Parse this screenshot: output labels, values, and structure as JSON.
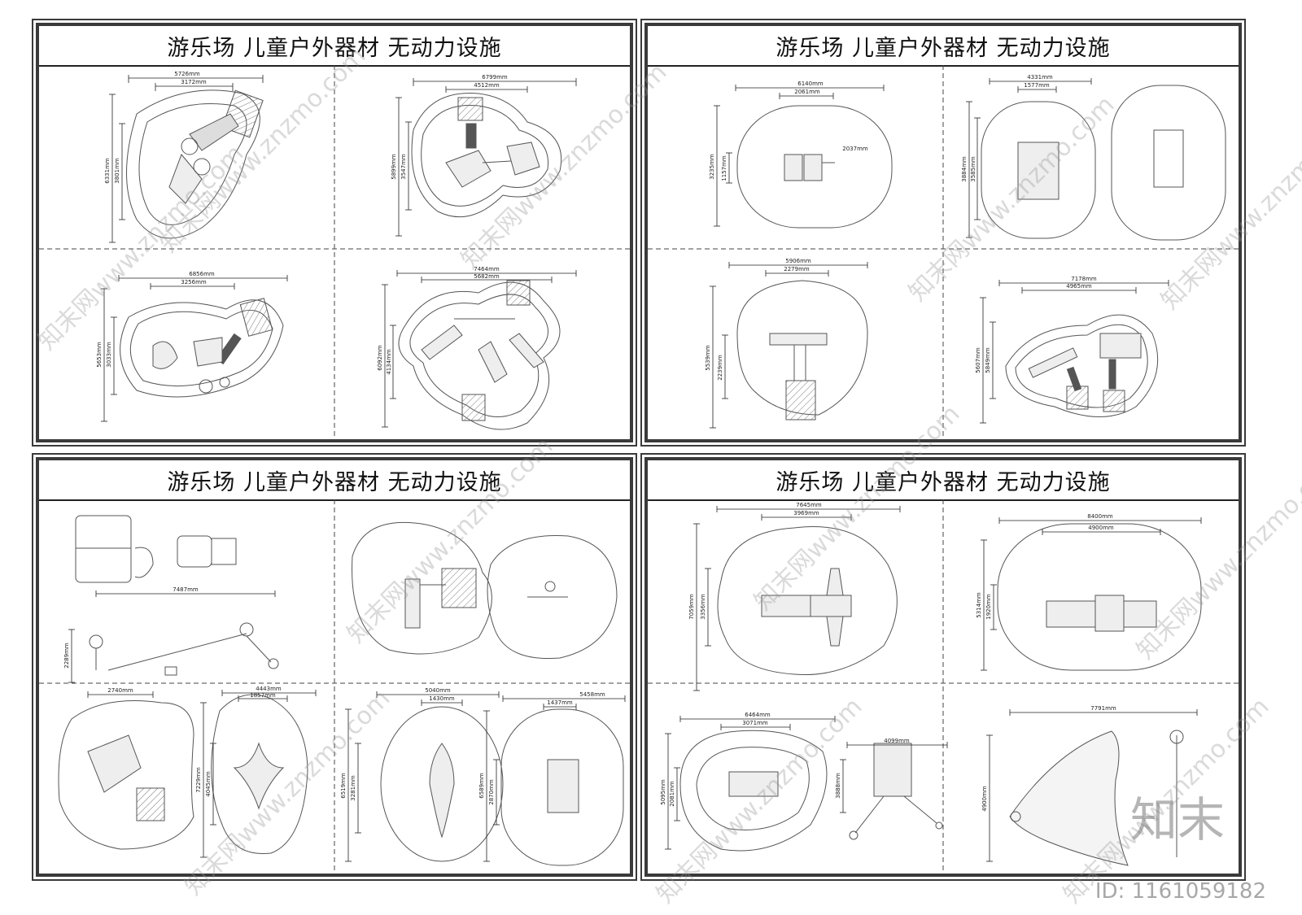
{
  "sheets": [
    {
      "title": "游乐场  儿童户外器材  无动力设施",
      "panels": [
        {
          "dims": [
            "5726mm",
            "3172mm",
            "6331mm",
            "3801mm"
          ]
        },
        {
          "dims": [
            "6799mm",
            "4512mm",
            "5899mm",
            "3547mm"
          ]
        },
        {
          "dims": [
            "6856mm",
            "3256mm",
            "5653mm",
            "3033mm"
          ]
        },
        {
          "dims": [
            "7464mm",
            "5682mm",
            "6092mm",
            "4134mm"
          ]
        }
      ]
    },
    {
      "title": "游乐场  儿童户外器材  无动力设施",
      "panels": [
        {
          "dims": [
            "6140mm",
            "2061mm",
            "3235mm",
            "1157mm",
            "2037mm"
          ]
        },
        {
          "dims": [
            "4331mm",
            "1577mm",
            "3884mm",
            "3585mm"
          ]
        },
        {
          "dims": [
            "5906mm",
            "2279mm",
            "5539mm",
            "2239mm"
          ]
        },
        {
          "dims": [
            "7178mm",
            "4965mm",
            "5607mm",
            "5849mm"
          ]
        }
      ]
    },
    {
      "title": "游乐场  儿童户外器材  无动力设施",
      "panels": [
        {
          "dims": [
            "7487mm",
            "2289mm"
          ]
        },
        {
          "dims": []
        },
        {
          "dims": [
            "2740mm",
            "4443mm",
            "1857mm",
            "7229mm",
            "4045mm"
          ]
        },
        {
          "dims": [
            "5040mm",
            "1430mm",
            "5458mm",
            "1437mm",
            "6519mm",
            "3281mm",
            "6589mm",
            "2870mm"
          ]
        }
      ]
    },
    {
      "title": "游乐场  儿童户外器材  无动力设施",
      "panels": [
        {
          "dims": [
            "7645mm",
            "3969mm",
            "7059mm",
            "3356mm"
          ]
        },
        {
          "dims": [
            "8400mm",
            "4900mm",
            "5314mm",
            "1920mm"
          ]
        },
        {
          "dims": [
            "6464mm",
            "3071mm",
            "4099mm",
            "5095mm",
            "2081mm",
            "3888mm"
          ]
        },
        {
          "dims": [
            "7791mm",
            "4900mm"
          ]
        }
      ]
    }
  ],
  "watermark": {
    "text": "知末网www.znzmo.com",
    "logo": "知末",
    "id_label": "ID: 1161059182"
  }
}
